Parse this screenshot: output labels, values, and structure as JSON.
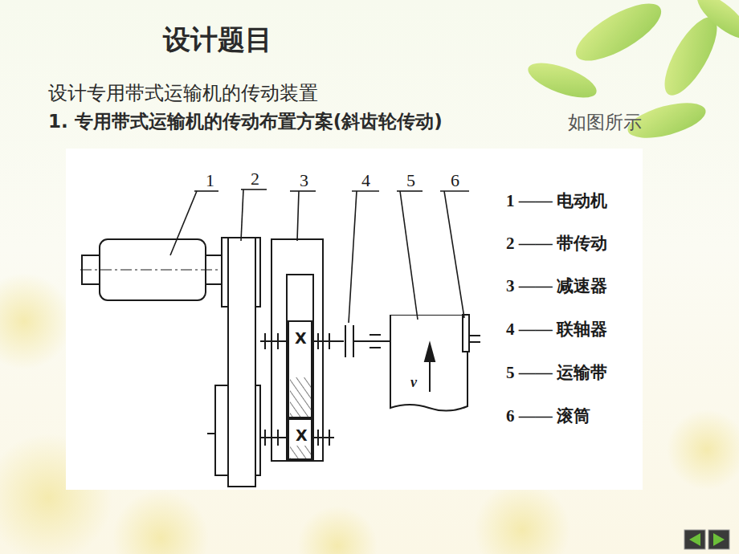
{
  "diagram": {
    "title": "设计题目",
    "labels": [
      "设计专用带式运输机的传动装置",
      "1. 专用带式运输机的传动布置方案(斜齿轮传动)",
      "如图所示",
      "1",
      "2",
      "3",
      "4",
      "5",
      "6",
      "1 —— 电动机",
      "2 —— 带传动",
      "3 —— 减速器",
      "4 —— 联轴器",
      "5 —— 运输带",
      "6 —— 滚筒",
      "X",
      "X",
      "v"
    ]
  }
}
